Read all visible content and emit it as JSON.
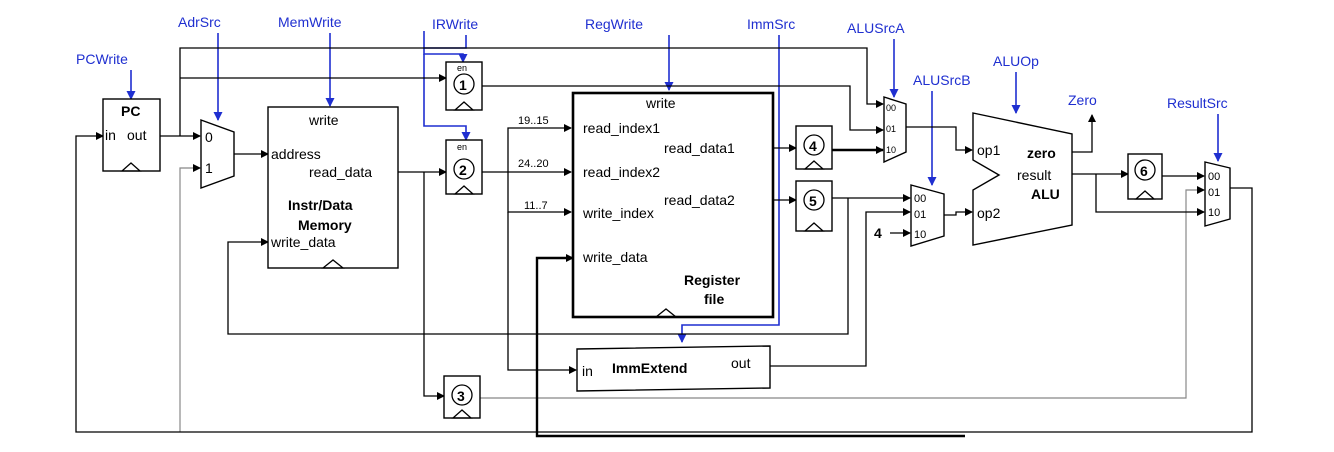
{
  "controls": {
    "pcwrite": "PCWrite",
    "adrsrc": "AdrSrc",
    "memwrite": "MemWrite",
    "irwrite": "IRWrite",
    "regwrite": "RegWrite",
    "immsrc": "ImmSrc",
    "alusrca": "ALUSrcA",
    "alusrcb": "ALUSrcB",
    "aluop": "ALUOp",
    "zero": "Zero",
    "resultsrc": "ResultSrc"
  },
  "pc": {
    "title": "PC",
    "in": "in",
    "out": "out"
  },
  "adrmux": {
    "in0": "0",
    "in1": "1"
  },
  "memory": {
    "write": "write",
    "address": "address",
    "read_data": "read_data",
    "name1": "Instr/Data",
    "name2": "Memory",
    "write_data": "write_data"
  },
  "registers": {
    "en": "en",
    "r1": "1",
    "r2": "2",
    "r3": "3",
    "r4": "4",
    "r5": "5",
    "r6": "6"
  },
  "regfile": {
    "write": "write",
    "read_index1": "read_index1",
    "read_index2": "read_index2",
    "write_index": "write_index",
    "write_data": "write_data",
    "read_data1": "read_data1",
    "read_data2": "read_data2",
    "name1": "Register",
    "name2": "file"
  },
  "fields": {
    "f1": "19..15",
    "f2": "24..20",
    "f3": "11..7"
  },
  "immextend": {
    "in": "in",
    "name": "ImmExtend",
    "out": "out"
  },
  "mux3": {
    "in00": "00",
    "in01": "01",
    "in10": "10"
  },
  "const4": "4",
  "alu": {
    "op1": "op1",
    "op2": "op2",
    "zero": "zero",
    "result": "result",
    "name": "ALU"
  }
}
